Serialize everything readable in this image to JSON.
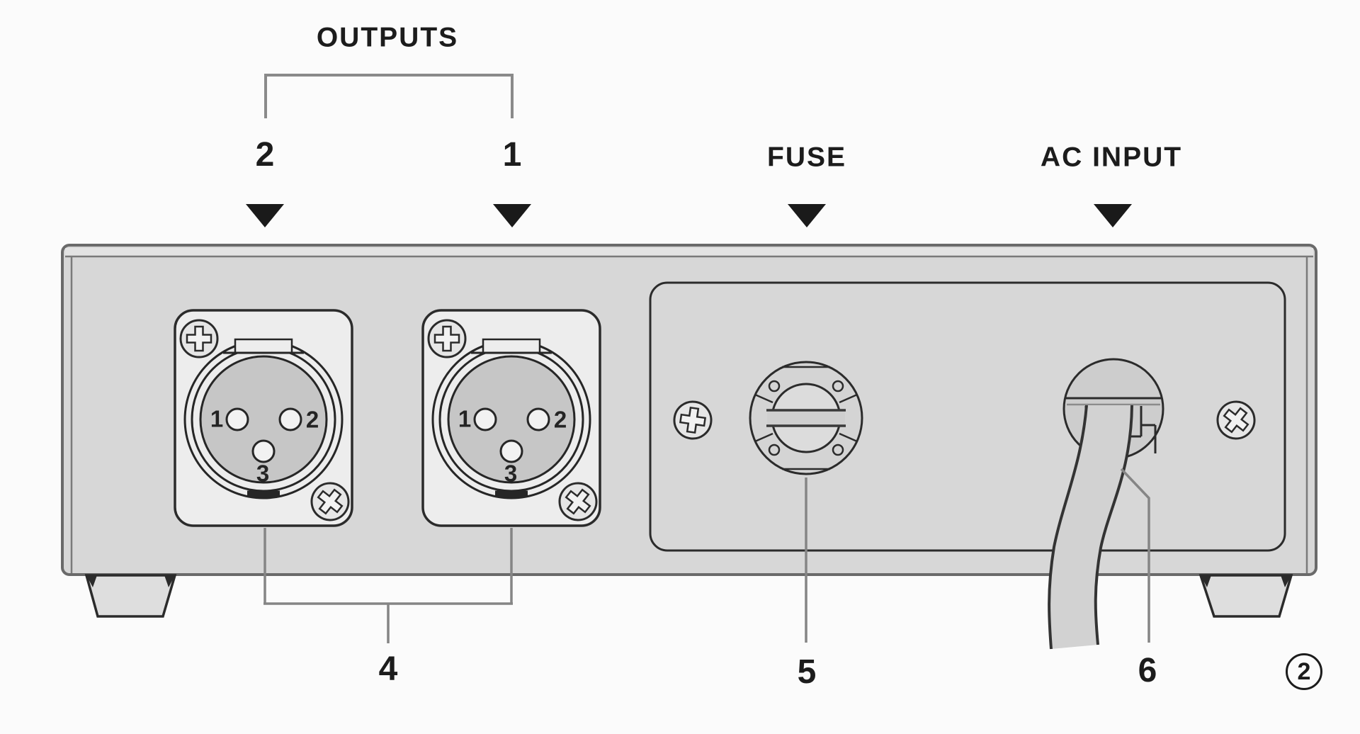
{
  "figure": {
    "type": "rear-panel-hardware-diagram",
    "annotations": {
      "outputs_label": "OUTPUTS",
      "output_2": "2",
      "output_1": "1",
      "fuse_label": "FUSE",
      "ac_input_label": "AC INPUT"
    },
    "callouts": {
      "xlr_pair": "4",
      "fuse_holder": "5",
      "power_cord": "6"
    },
    "page_marker": "2",
    "xlr_pins": {
      "pin1": "1",
      "pin2": "2",
      "pin3": "3"
    },
    "icons": [
      "phillips-screw-icon",
      "down-triangle-icon",
      "fuse-cap-icon",
      "xlr-male-connector-icon",
      "power-cable-icon"
    ],
    "colors": {
      "background": "#fbfbfb",
      "chassis_fill": "#d7d7d7",
      "chassis_edge": "#6a6a6a",
      "plate_fill": "#ededed",
      "connector_face": "#c6c6c6",
      "line_dark": "#2b2b2b",
      "leader_gray": "#858585",
      "text": "#1c1c1c"
    }
  }
}
